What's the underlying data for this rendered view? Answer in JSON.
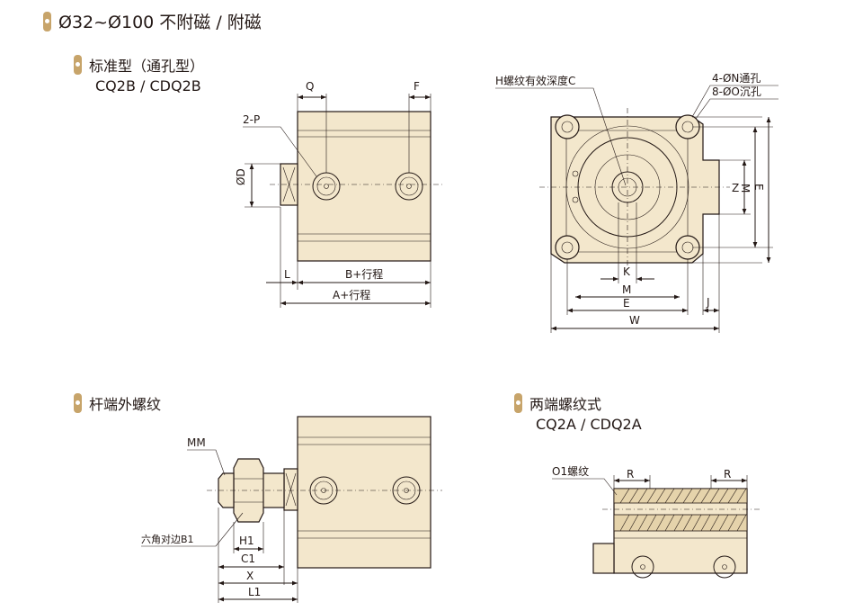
{
  "page": {
    "title": "Ø32~Ø100 不附磁 / 附磁"
  },
  "sections": {
    "standard": {
      "heading": "标准型（通孔型）",
      "model": "CQ2B / CDQ2B"
    },
    "rod_end": {
      "heading": "杆端外螺纹"
    },
    "both_ends": {
      "heading": "两端螺纹式",
      "model": "CQ2A / CDQ2A"
    }
  },
  "labels": {
    "q": "Q",
    "f": "F",
    "two_p": "2-P",
    "od": "ØD",
    "l": "L",
    "b_stroke": "B+行程",
    "a_stroke": "A+行程",
    "h_thread": "H螺纹有效深度C",
    "four_n": "4-ØN通孔",
    "eight_o": "8-ØO沉孔",
    "z": "Z",
    "m_v": "M",
    "e_v": "E",
    "k": "K",
    "m_h": "M",
    "e_h": "E",
    "w": "W",
    "j": "J",
    "mm": "MM",
    "hex": "六角对边B1",
    "h1": "H1",
    "c1": "C1",
    "x": "X",
    "l1": "L1",
    "o1": "O1螺纹",
    "r1": "R",
    "r2": "R"
  },
  "colors": {
    "accent": "#c7a46a",
    "body_fill": "#f3e7cc"
  }
}
